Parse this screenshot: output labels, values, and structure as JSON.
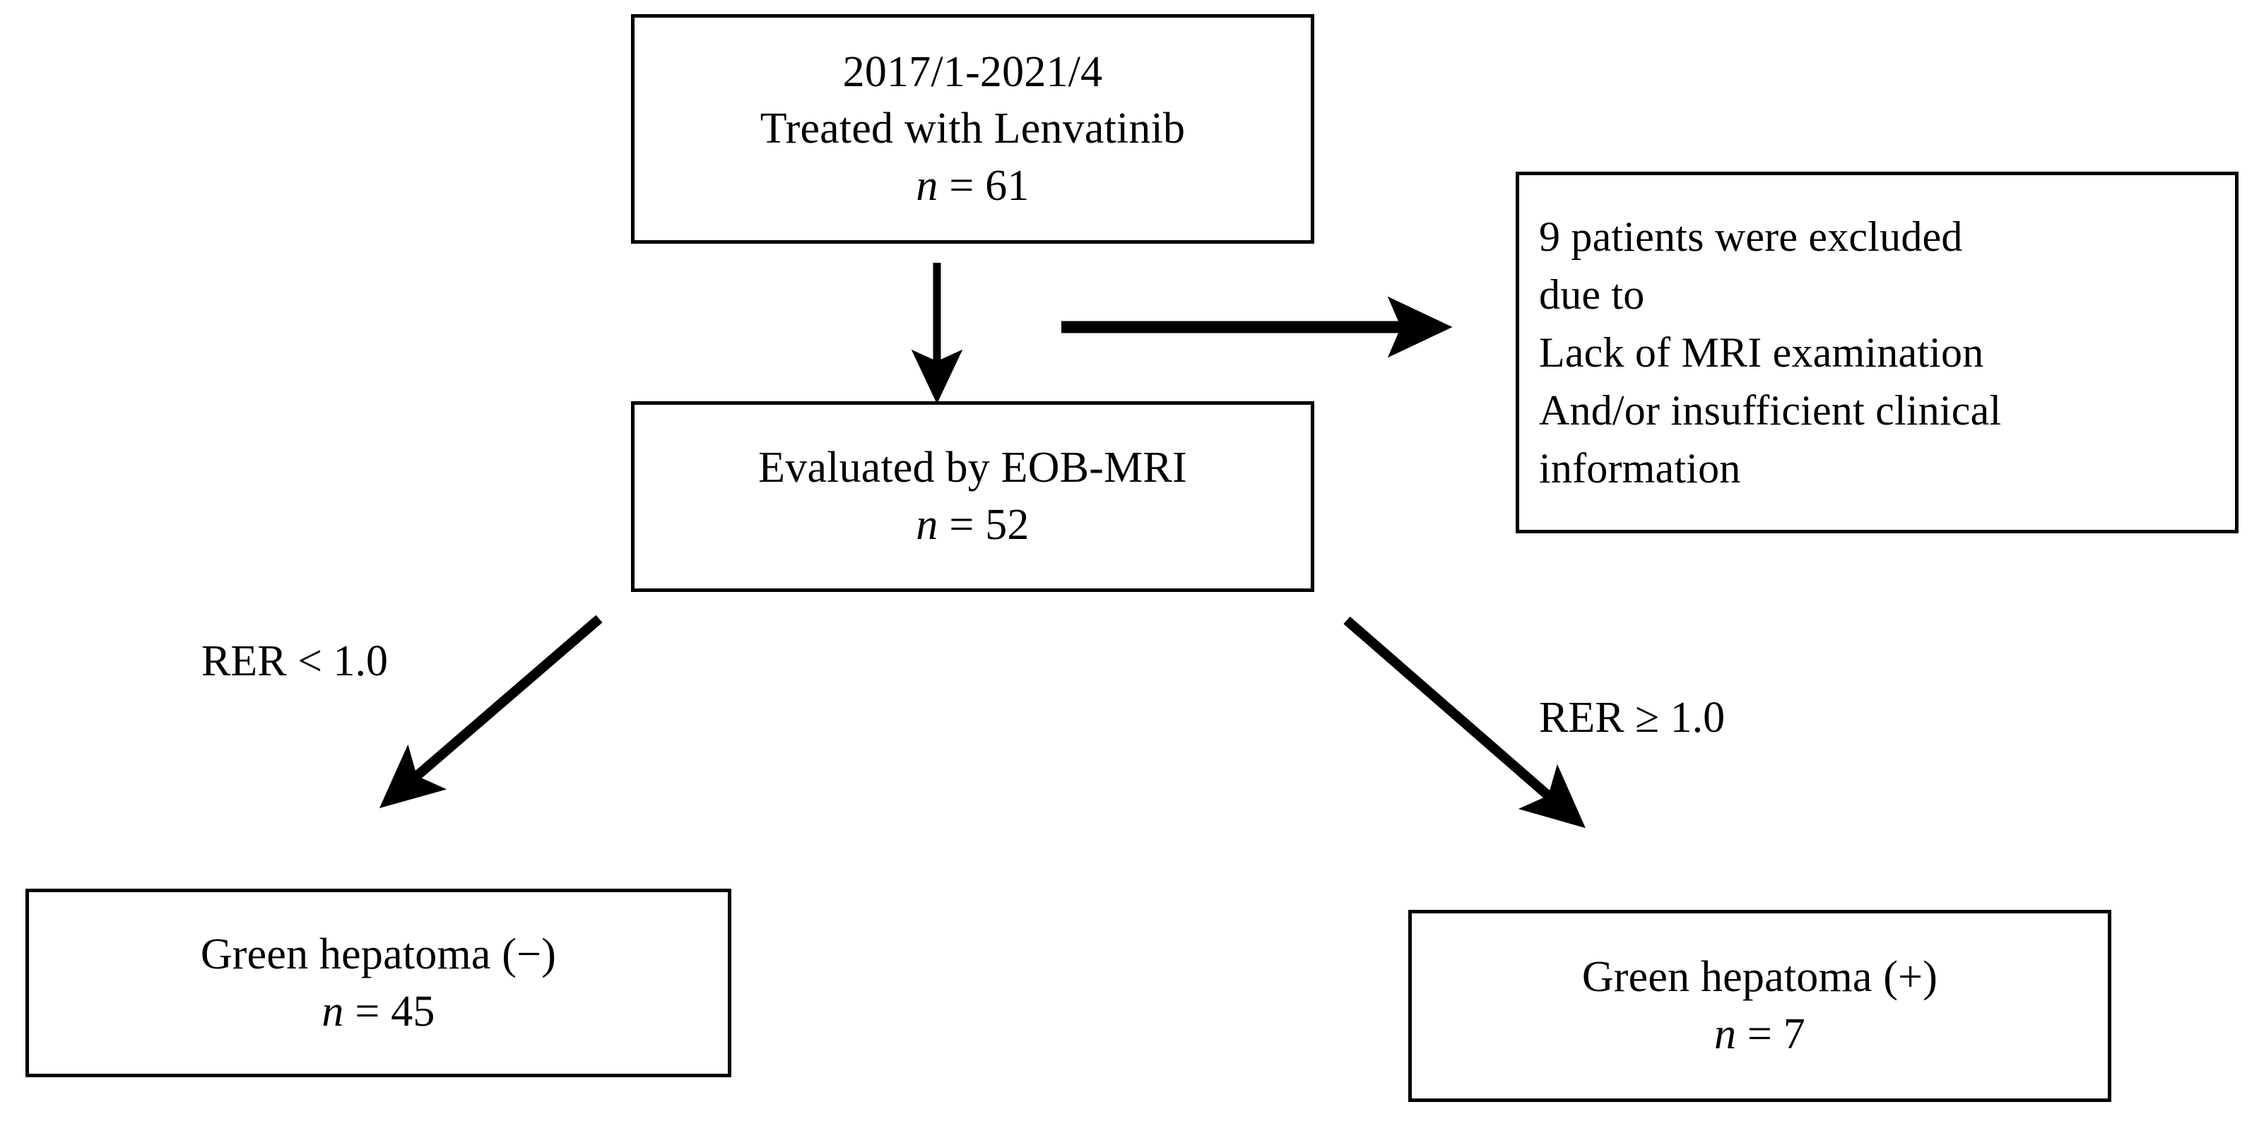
{
  "diagram": {
    "type": "flowchart",
    "title": "Patient selection flow diagram",
    "orientation": "top-down",
    "line_color": "#000000",
    "background_color": "#ffffff",
    "nodes": [
      {
        "id": "enrolled",
        "name": "enrolled-patients-box",
        "lines": [
          "2017/1-2021/4",
          "Treated with Lenvatinib"
        ],
        "count_prefix": "n",
        "count_eq": "=",
        "count_value": "61"
      },
      {
        "id": "excluded",
        "name": "excluded-patients-box",
        "lines": [
          "9 patients were excluded",
          "due to",
          "Lack of MRI examination",
          "And/or insufficient clinical",
          "information"
        ]
      },
      {
        "id": "evaluated",
        "name": "evaluated-by-eob-mri-box",
        "lines": [
          "Evaluated by EOB-MRI"
        ],
        "count_prefix": "n",
        "count_eq": "=",
        "count_value": "52"
      },
      {
        "id": "green_negative",
        "name": "green-hepatoma-negative-box",
        "lines": [
          "Green hepatoma (−)"
        ],
        "count_prefix": "n",
        "count_eq": "=",
        "count_value": "45"
      },
      {
        "id": "green_positive",
        "name": "green-hepatoma-positive-box",
        "lines": [
          "Green hepatoma (+)"
        ],
        "count_prefix": "n",
        "count_eq": "=",
        "count_value": "7"
      }
    ],
    "edge_labels": {
      "rer_less_than": "RER < 1.0",
      "rer_greater_equal": "RER ≥  1.0"
    },
    "edges": [
      {
        "name": "enrolled-to-evaluated-arrow",
        "from": "enrolled",
        "to": "evaluated",
        "style": "vertical-down"
      },
      {
        "name": "enrolled-to-excluded-arrow",
        "from": "enrolled",
        "to": "excluded",
        "style": "horizontal-right"
      },
      {
        "name": "evaluated-to-green-negative-arrow",
        "from": "evaluated",
        "to": "green_negative",
        "style": "diagonal-down-left",
        "label": "RER < 1.0"
      },
      {
        "name": "evaluated-to-green-positive-arrow",
        "from": "evaluated",
        "to": "green_positive",
        "style": "diagonal-down-right",
        "label": "RER ≥  1.0"
      }
    ]
  }
}
